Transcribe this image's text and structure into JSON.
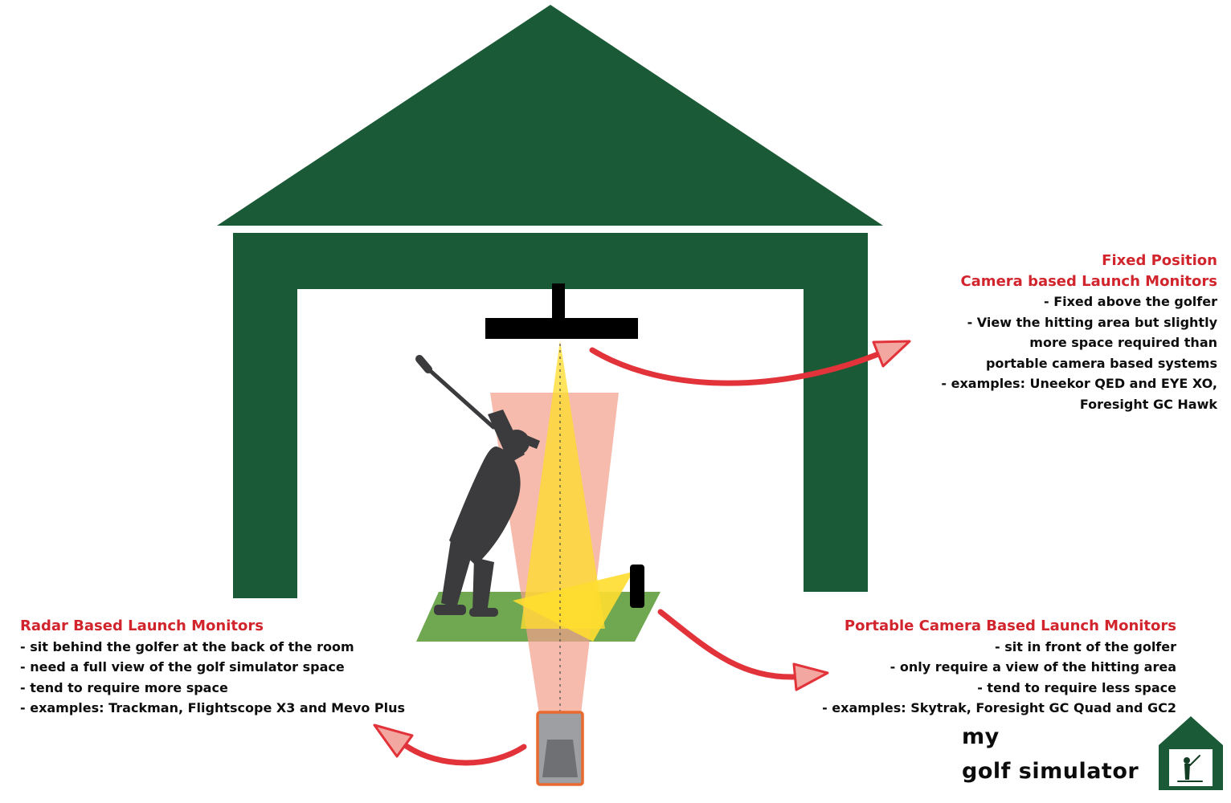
{
  "palette": {
    "house": "#1b5a36",
    "red": "#d2242c",
    "arrow": "#e2333a",
    "ahead": "#f2a8a1",
    "mat": "#6fa851",
    "yellow": "#ffdd2f",
    "pink": "#f2a18c",
    "gray": "#9d9fa2",
    "border": "#e96a2e",
    "golfer": "#3b3b3d",
    "ink": "#0d0d0d"
  },
  "fixed_block": {
    "title_lines": [
      "Fixed Position",
      "Camera based Launch Monitors"
    ],
    "lines": [
      "- Fixed above the golfer",
      "- View the hitting area but slightly",
      "more space required than",
      "portable camera based systems",
      "- examples: Uneekor QED and EYE XO,",
      "Foresight GC Hawk"
    ]
  },
  "radar_block": {
    "title": "Radar Based Launch Monitors",
    "lines": [
      "- sit behind the golfer at the back of the room",
      "- need a full view of the golf simulator space",
      "- tend to require more space",
      "- examples: Trackman, Flightscope X3 and Mevo Plus"
    ]
  },
  "portable_block": {
    "title": "Portable Camera Based Launch Monitors",
    "lines": [
      "- sit in front of the golfer",
      "- only require a view of the hitting area",
      "- tend to require less space",
      "- examples: Skytrak, Foresight GC Quad and GC2"
    ]
  },
  "logo": {
    "line1": "my",
    "line2": "golf simulator"
  },
  "icons": {
    "house": "simulator-room-icon",
    "overhead_unit": "fixed-camera-launch-monitor-icon",
    "portable_unit": "portable-camera-launch-monitor-icon",
    "radar_unit": "radar-launch-monitor-icon",
    "golfer": "golfer-silhouette-icon",
    "logo_house": "my-golf-simulator-logo-icon"
  }
}
